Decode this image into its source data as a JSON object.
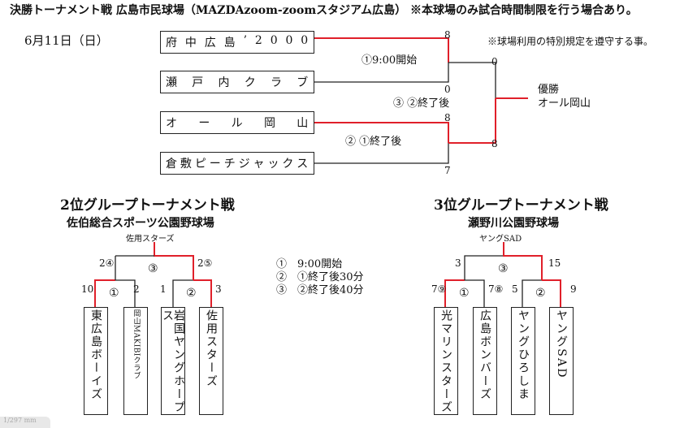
{
  "header": "決勝トーナメント戦 広島市民球場（MAZDAzoom-zoomスタジアム広島） ※本球場のみ試合時間制限を行う場合あり。",
  "date": "6月11日（日）",
  "note": "※球場利用の特別規定を遵守する事。",
  "final": {
    "teams": [
      "府中広島’2000",
      "瀬戸内クラブ",
      "オール岡山",
      "倉敷ピーチジャックス"
    ],
    "team_scores": [
      "8",
      "0",
      "8",
      "7"
    ],
    "match1_label": "①9:00開始",
    "match2_label": "② ①終了後",
    "match3_label": "③ ②終了後",
    "semi_scores": [
      "0",
      "8"
    ],
    "winner_label": "優勝",
    "winner_team": "オール岡山"
  },
  "group2": {
    "title": "2位グループトーナメント戦",
    "venue": "佐伯総合スポーツ公園野球場",
    "host": "佐用スターズ",
    "teams": [
      "東広島ボーイズ",
      "岡山MAKIBIクラブ",
      "岩国ヤングホープス",
      "佐用スターズ"
    ],
    "scores": [
      "10",
      "2",
      "1",
      "3"
    ],
    "semi_scores": [
      "2④",
      "2⑤"
    ],
    "circles": [
      "①",
      "②",
      "③"
    ]
  },
  "schedule": {
    "lines": [
      "①　9:00開始",
      "②　①終了後30分",
      "③　②終了後40分"
    ]
  },
  "group3": {
    "title": "3位グループトーナメント戦",
    "venue": "瀬野川公園野球場",
    "host": "ヤングSAD",
    "teams": [
      "光マリンスターズ",
      "広島ボンバーズ",
      "ヤングひろしま",
      "ヤングSAD"
    ],
    "scores": [
      "7⑨",
      "7⑧",
      "5",
      "9"
    ],
    "semi_scores": [
      "3",
      "15"
    ],
    "circles": [
      "①",
      "②",
      "③"
    ]
  },
  "watermark": "1/297 mm",
  "colors": {
    "winner_line": "#e0202a",
    "line": "#222222"
  }
}
